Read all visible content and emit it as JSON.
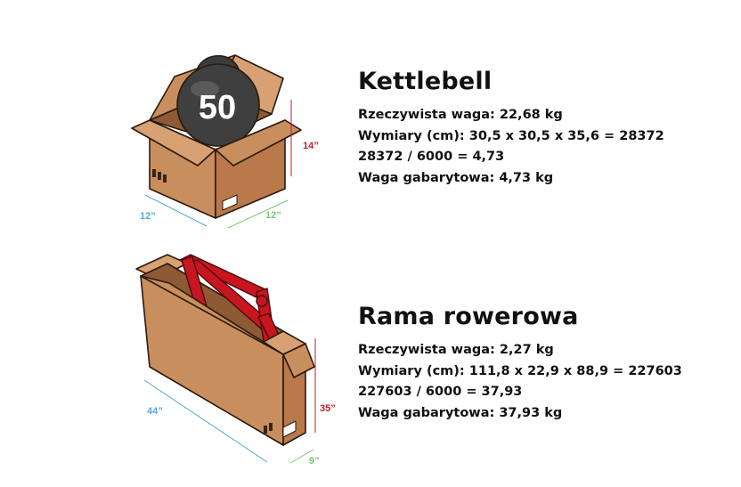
{
  "kettlebell": {
    "title": "Kettlebell",
    "weight_label": "50",
    "dim_width": "12”",
    "dim_depth": "12”",
    "dim_height": "14”",
    "lines": [
      "Rzeczywista waga: 22,68 kg",
      "Wymiary (cm): 30,5 x 30,5 x 35,6 =  28372",
      "28372 / 6000 = 4,73",
      "Waga gabarytowa: 4,73 kg"
    ]
  },
  "bike_frame": {
    "title": "Rama rowerowa",
    "dim_length": "44”",
    "dim_depth": "9”",
    "dim_height": "35”",
    "lines": [
      "Rzeczywista waga: 2,27 kg",
      "Wymiary (cm): 111,8 x 22,9 x 88,9 = 227603",
      "227603 / 6000 = 37,93",
      "Waga gabarytowa: 37,93 kg"
    ]
  },
  "colors": {
    "box_front": "#c98e5e",
    "box_side": "#b9794b",
    "box_inner": "#8e5a34",
    "frame_red": "#c7161f",
    "dim_blue": "#5aa8d6",
    "dim_green": "#7cc576",
    "dim_red": "#c21e2a"
  }
}
